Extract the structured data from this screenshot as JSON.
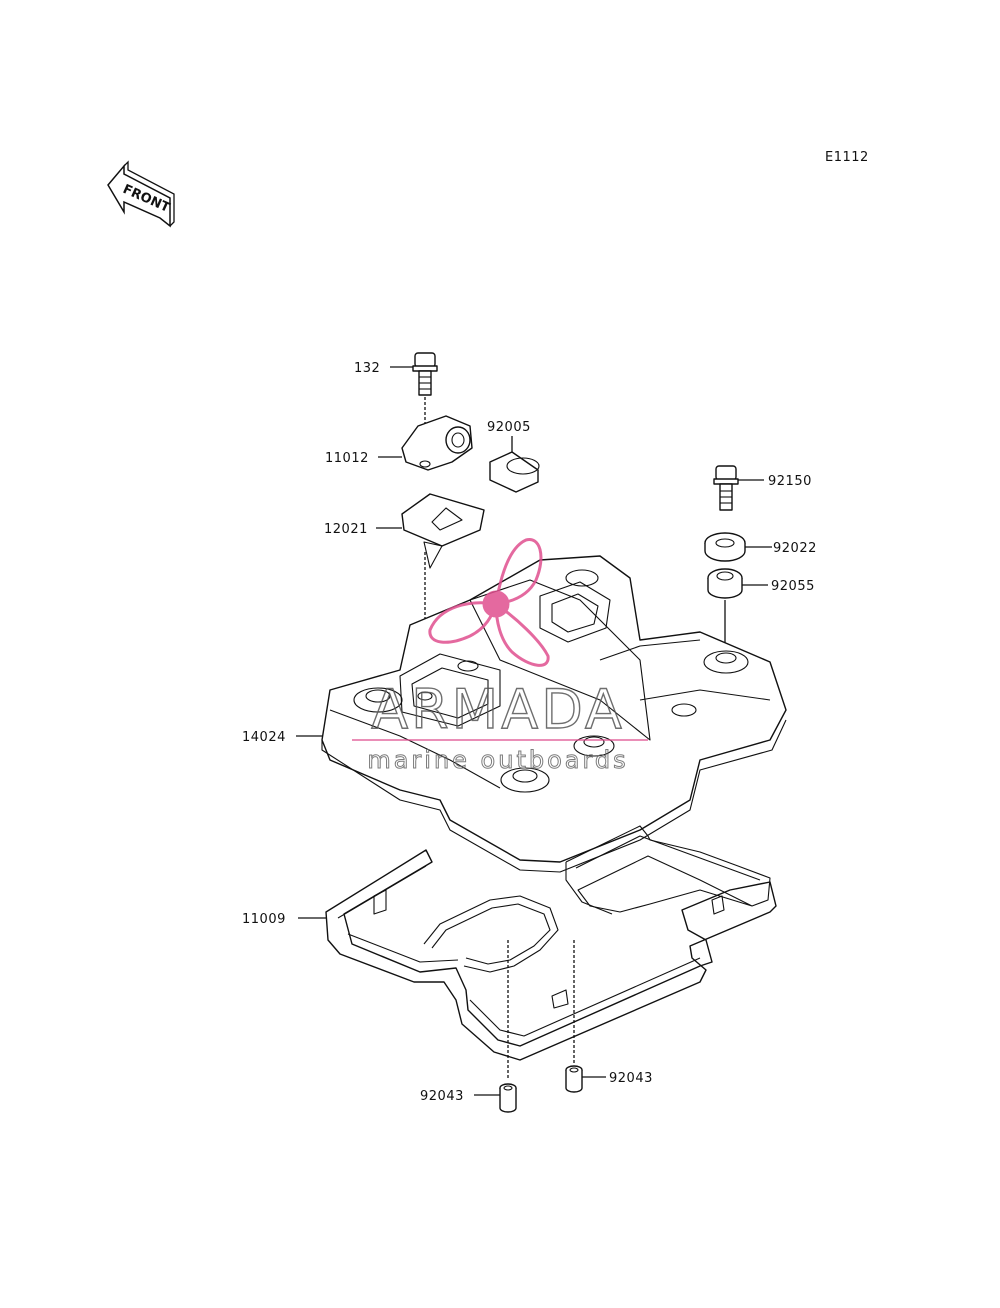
{
  "diagram": {
    "code": "E1112",
    "front_label": "FRONT"
  },
  "parts": [
    {
      "id": "p132",
      "number": "132"
    },
    {
      "id": "p11012",
      "number": "11012"
    },
    {
      "id": "p92005",
      "number": "92005"
    },
    {
      "id": "p12021",
      "number": "12021"
    },
    {
      "id": "p92150",
      "number": "92150"
    },
    {
      "id": "p92022",
      "number": "92022"
    },
    {
      "id": "p92055",
      "number": "92055"
    },
    {
      "id": "p14024",
      "number": "14024"
    },
    {
      "id": "p11009",
      "number": "11009"
    },
    {
      "id": "p92043a",
      "number": "92043"
    },
    {
      "id": "p92043b",
      "number": "92043"
    }
  ],
  "watermark": {
    "brand": "ARMADA",
    "tagline": "marine outboards",
    "color": "#e0508f"
  }
}
